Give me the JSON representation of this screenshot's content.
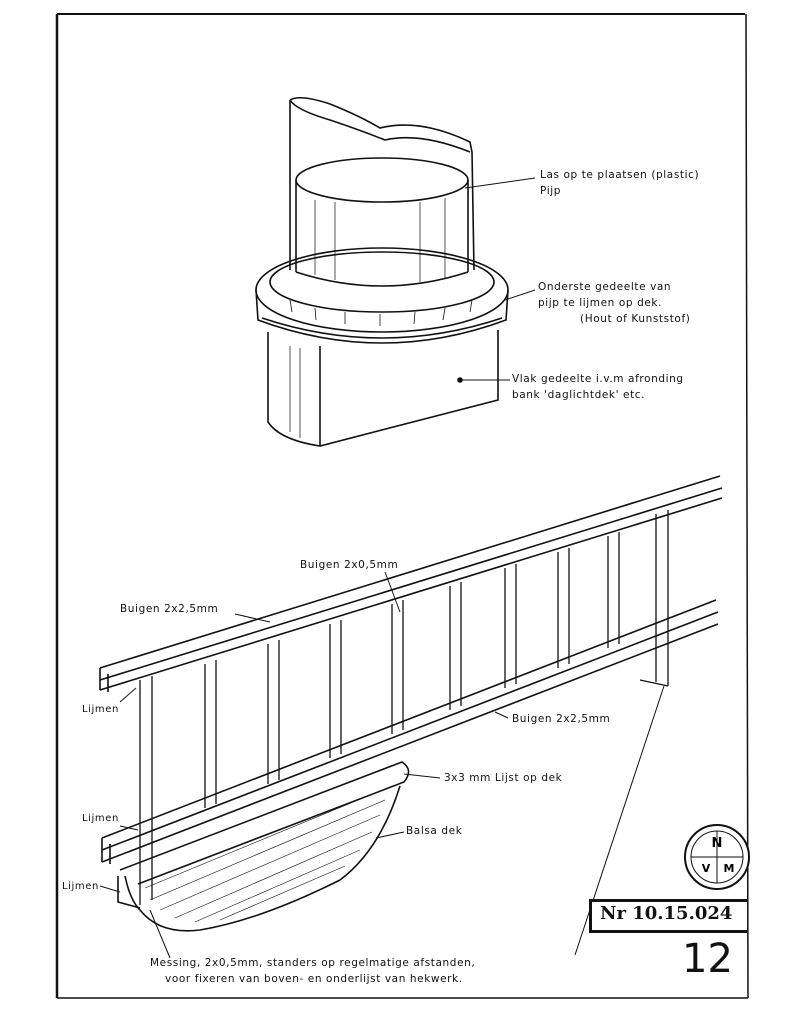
{
  "labels": {
    "plastic_lid": "Las op te plaatsen (plastic)",
    "pijp": "Pijp",
    "onderste_gedeelte_1": "Onderste gedeelte van",
    "onderste_gedeelte_2": "pijp te lijmen op dek.",
    "onderste_gedeelte_3": "(Hout of Kunststof)",
    "vlak_gedeelte_1": "Vlak gedeelte i.v.m afronding",
    "vlak_gedeelte_2": "bank 'daglichtdek' etc.",
    "buigen_05": "Buigen 2x0,5mm",
    "buigen_25_top": "Buigen 2x2,5mm",
    "lijmen_1": "Lijmen",
    "buigen_25_bottom": "Buigen 2x2,5mm",
    "lijst": "3x3 mm Lijst op dek",
    "lijmen_2": "Lijmen",
    "balsa_dek": "Balsa dek",
    "lijmen_3": "Lijmen",
    "footnote_1": "Messing, 2x0,5mm, standers op regelmatige afstanden,",
    "footnote_2": "voor fixeren van boven- en onderlijst van hekwerk."
  },
  "reference": {
    "number": "Nr 10.15.024",
    "page": "12"
  },
  "seal": {
    "letters": [
      "N",
      "V",
      "M"
    ]
  }
}
